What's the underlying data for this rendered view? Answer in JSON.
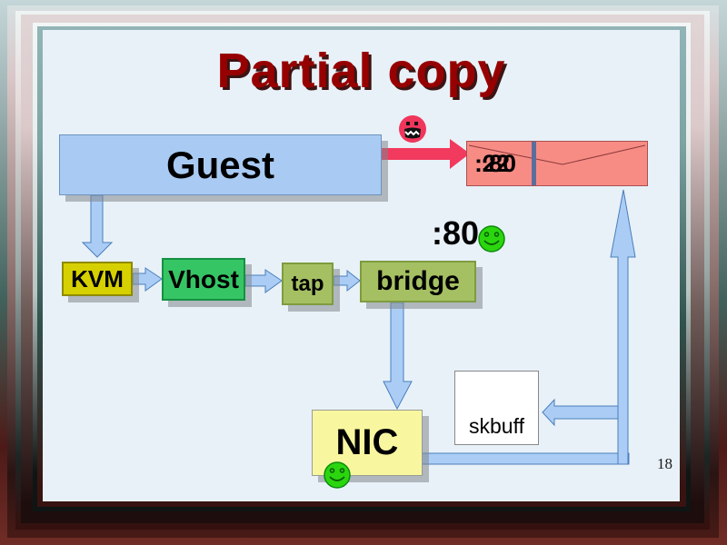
{
  "slide": {
    "title": "Partial copy",
    "page_number": "18"
  },
  "diagram": {
    "guest": {
      "label": "Guest",
      "fill": "#a9cbf3"
    },
    "kvm": {
      "label": "KVM",
      "fill": "#d7d000"
    },
    "vhost": {
      "label": "Vhost",
      "fill": "#36c565"
    },
    "tap": {
      "label": "tap",
      "fill": "#a5c062"
    },
    "bridge": {
      "label": "bridge",
      "fill": "#a5c062"
    },
    "nic": {
      "label": "NIC",
      "fill": "#f8f7a0"
    },
    "skbuff": {
      "label": "skbuff",
      "fill": "#ffffff"
    },
    "packet": {
      "port_overlap_a": ":22",
      "port_overlap_b": ":80",
      "fill": "#f78c85"
    },
    "port_label": ":80"
  },
  "icons": {
    "angry_face": "angry-face-icon",
    "smiley_port": "smiley-icon",
    "smiley_nic": "smiley-icon"
  },
  "colors": {
    "title_red": "#970000",
    "arrow_blue": "#abcdf5",
    "arrow_blue_stroke": "#4a7ebb",
    "arrow_pink": "#f2395e",
    "smiley_green": "#2bd60f",
    "angry_face_red": "#f0365c",
    "slide_background": "#e8f1f8"
  }
}
